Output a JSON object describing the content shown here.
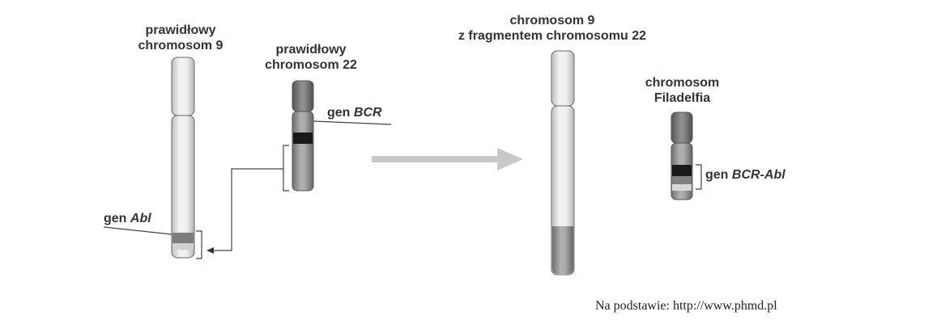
{
  "labels": {
    "chr9_normal_line1": "prawidłowy",
    "chr9_normal_line2": "chromosom 9",
    "chr22_normal_line1": "prawidłowy",
    "chr22_normal_line2": "chromosom 22",
    "gen_prefix": "gen",
    "gene_bcr": "BCR",
    "gene_abl": "Abl",
    "chr9_fused_line1": "chromosom 9",
    "chr9_fused_line2": "z fragmentem chromosomu 22",
    "philadelphia_line1": "chromosom",
    "philadelphia_line2": "Filadelfia",
    "gene_bcr_abl": "BCR-Abl"
  },
  "source": "Na podstawie: http://www.phmd.pl",
  "colors": {
    "chromosome_light": "#e6e6e6",
    "chromosome_mid": "#9a9a9a",
    "chromosome_dark": "#777777",
    "gene_band": "#1a1a1a",
    "abl_band": "#808080",
    "arrow_gray": "#c8c8c8",
    "outline": "#555555"
  }
}
